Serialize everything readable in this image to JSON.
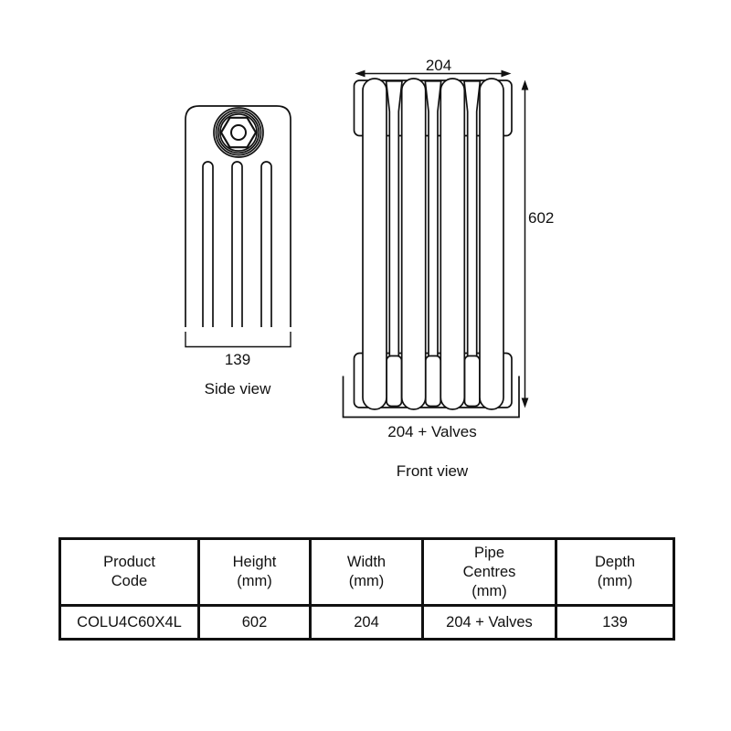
{
  "colors": {
    "background": "#ffffff",
    "line": "#111111"
  },
  "side_view": {
    "caption": "Side view",
    "depth_dimension": "139"
  },
  "front_view": {
    "caption": "Front view",
    "width_dimension": "204",
    "height_dimension": "602",
    "pipe_centres_dimension": "204 + Valves"
  },
  "spec_table": {
    "columns": [
      {
        "header": "Product\nCode",
        "value": "COLU4C60X4L"
      },
      {
        "header": "Height\n(mm)",
        "value": "602"
      },
      {
        "header": "Width\n(mm)",
        "value": "204"
      },
      {
        "header": "Pipe\nCentres\n(mm)",
        "value": "204 + Valves"
      },
      {
        "header": "Depth\n(mm)",
        "value": "139"
      }
    ]
  }
}
